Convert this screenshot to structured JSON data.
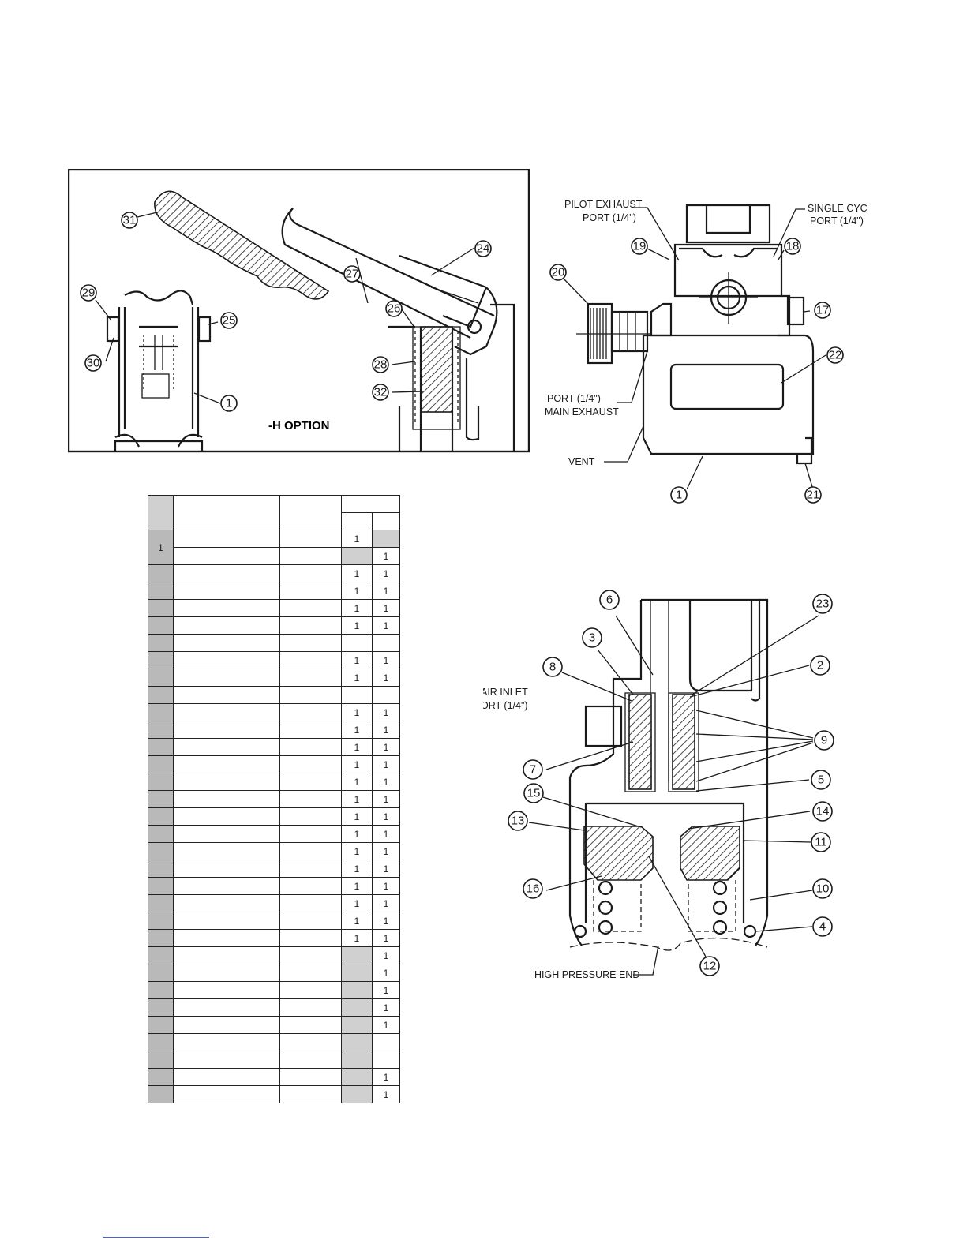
{
  "left_diagram": {
    "option_label": "-H OPTION",
    "callouts": [
      "31",
      "27",
      "24",
      "29",
      "25",
      "26",
      "28",
      "30",
      "32",
      "1"
    ]
  },
  "right_top_diagram": {
    "labels": {
      "pilot_exhaust": "PILOT EXHAUST",
      "pilot_exhaust_port": "PORT (1/4\")",
      "single_cycle": "SINGLE CYC",
      "single_cycle_port": "PORT (1/4\")",
      "main_exhaust_port": "PORT (1/4\")",
      "main_exhaust": "MAIN EXHAUST",
      "vent": "VENT"
    },
    "callouts": [
      "19",
      "18",
      "20",
      "17",
      "22",
      "1",
      "21"
    ]
  },
  "right_bottom_diagram": {
    "labels": {
      "air_inlet": "AIR INLET",
      "air_inlet_port": "ORT (1/4\")",
      "high_pressure_end": "HIGH PRESSURE END"
    },
    "callouts": [
      "6",
      "23",
      "3",
      "2",
      "8",
      "9",
      "7",
      "5",
      "15",
      "14",
      "13",
      "11",
      "16",
      "10",
      "4",
      "12"
    ]
  },
  "parts_table": {
    "rows": [
      {
        "item": "1",
        "q1": "1",
        "q2": ""
      },
      {
        "item": "",
        "q1": "",
        "q2": "1"
      },
      {
        "item": "",
        "q1": "1",
        "q2": "1"
      },
      {
        "item": "",
        "q1": "1",
        "q2": "1"
      },
      {
        "item": "",
        "q1": "1",
        "q2": "1"
      },
      {
        "item": "",
        "q1": "1",
        "q2": "1"
      },
      {
        "item": "",
        "q1": "",
        "q2": ""
      },
      {
        "item": "",
        "q1": "1",
        "q2": "1"
      },
      {
        "item": "",
        "q1": "1",
        "q2": "1"
      },
      {
        "item": "",
        "q1": "",
        "q2": ""
      },
      {
        "item": "",
        "q1": "1",
        "q2": "1"
      },
      {
        "item": "",
        "q1": "1",
        "q2": "1"
      },
      {
        "item": "",
        "q1": "1",
        "q2": "1"
      },
      {
        "item": "",
        "q1": "1",
        "q2": "1"
      },
      {
        "item": "",
        "q1": "1",
        "q2": "1"
      },
      {
        "item": "",
        "q1": "1",
        "q2": "1"
      },
      {
        "item": "",
        "q1": "1",
        "q2": "1"
      },
      {
        "item": "",
        "q1": "1",
        "q2": "1"
      },
      {
        "item": "",
        "q1": "1",
        "q2": "1"
      },
      {
        "item": "",
        "q1": "1",
        "q2": "1"
      },
      {
        "item": "",
        "q1": "1",
        "q2": "1"
      },
      {
        "item": "",
        "q1": "1",
        "q2": "1"
      },
      {
        "item": "",
        "q1": "1",
        "q2": "1"
      },
      {
        "item": "",
        "q1": "1",
        "q2": "1"
      },
      {
        "item": "",
        "q1": "",
        "q2": "1"
      },
      {
        "item": "",
        "q1": "",
        "q2": "1"
      },
      {
        "item": "",
        "q1": "",
        "q2": "1"
      },
      {
        "item": "",
        "q1": "",
        "q2": "1"
      },
      {
        "item": "",
        "q1": "",
        "q2": "1"
      },
      {
        "item": "",
        "q1": "",
        "q2": ""
      },
      {
        "item": "",
        "q1": "",
        "q2": ""
      },
      {
        "item": "",
        "q1": "",
        "q2": "1"
      },
      {
        "item": "",
        "q1": "",
        "q2": "1"
      }
    ]
  }
}
